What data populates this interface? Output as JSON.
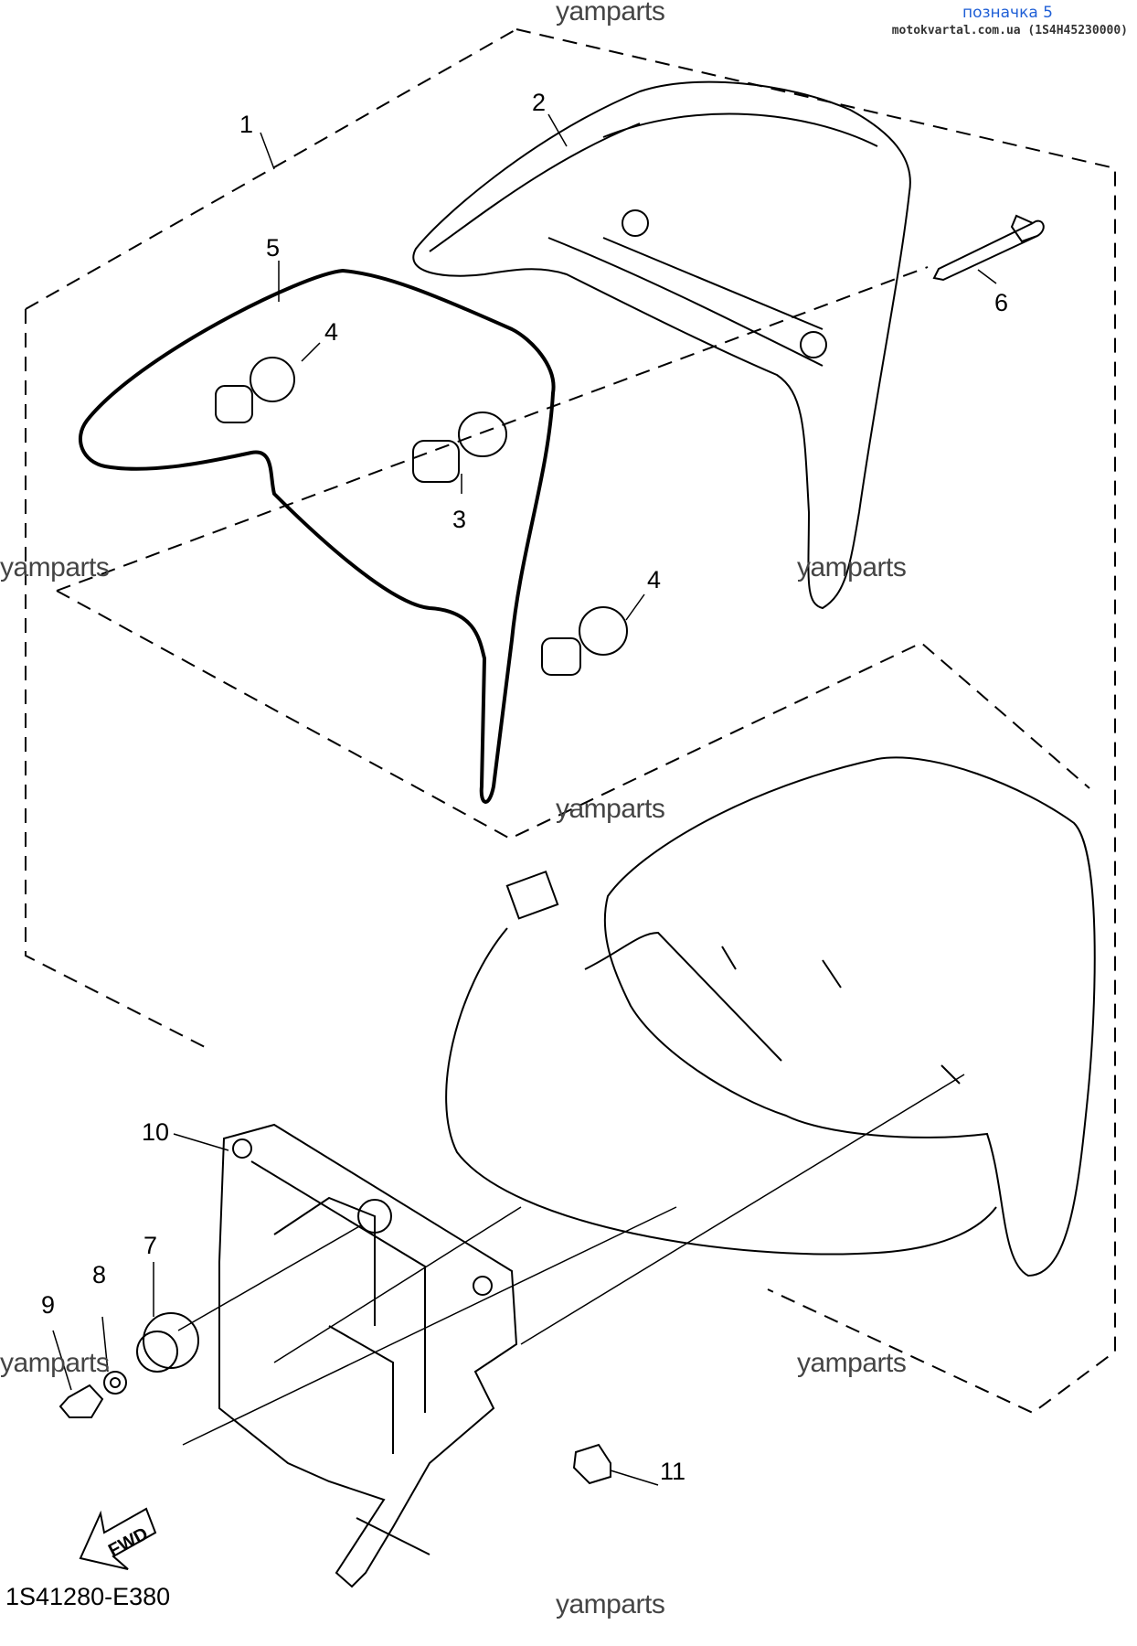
{
  "badge": {
    "title": "позначка 5",
    "subtitle": "motokvartal.com.ua (1S4H45230000)"
  },
  "watermark": "yamparts",
  "callouts": [
    "1",
    "2",
    "3",
    "4",
    "4",
    "5",
    "6",
    "7",
    "8",
    "9",
    "10",
    "11"
  ],
  "direction_label": "FWD",
  "diagram_code": "1S41280-E380"
}
